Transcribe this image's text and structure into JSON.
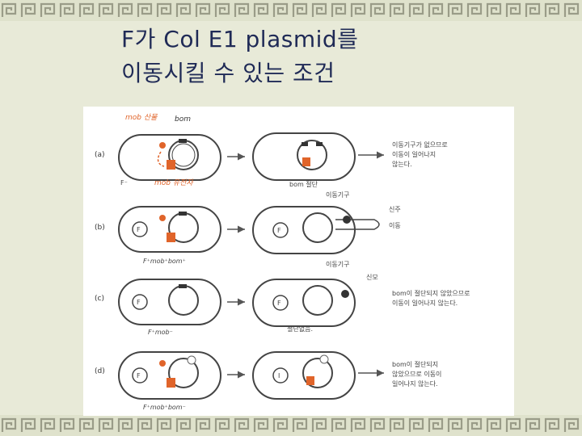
{
  "slide": {
    "title_lines": [
      "F가 Col E1 plasmid를",
      "이동시킬 수 있는 조건"
    ]
  },
  "figure": {
    "rows": [
      {
        "label": "(a)",
        "top_labels": [
          "mob 산물",
          "bom"
        ],
        "cell_f_label": "F⁻",
        "orange_label": "mob 유전자",
        "result_caption": "bom 절단",
        "note": [
          "이동기구가 없으므로",
          "이동이 일어나지",
          "않는다."
        ]
      },
      {
        "label": "(b)",
        "plasmid_label": "F",
        "genotype": "F⁺mob⁺bom⁺",
        "right_plasmid_label": "F",
        "callouts": [
          "이동기구",
          "신주",
          "이동"
        ]
      },
      {
        "label": "(c)",
        "plasmid_label": "F",
        "genotype": "F⁺mob⁻",
        "right_plasmid_label": "F",
        "result_caption": "절단없음.",
        "callouts": [
          "이동기구",
          "신모"
        ],
        "note": [
          "bom이 절단되지 않았으므로",
          "이동이 일어나지 않는다."
        ]
      },
      {
        "label": "(d)",
        "plasmid_label": "F",
        "genotype": "F⁺mob⁺bom⁻",
        "right_plasmid_label": "I",
        "note": [
          "bom이 절단되지",
          "않았으므로 이동이",
          "일어나지 않는다."
        ]
      }
    ]
  },
  "colors": {
    "title": "#1f2a56",
    "accent_orange": "#e0642a",
    "background": "#e8ead8",
    "border": "#9a9c88"
  }
}
